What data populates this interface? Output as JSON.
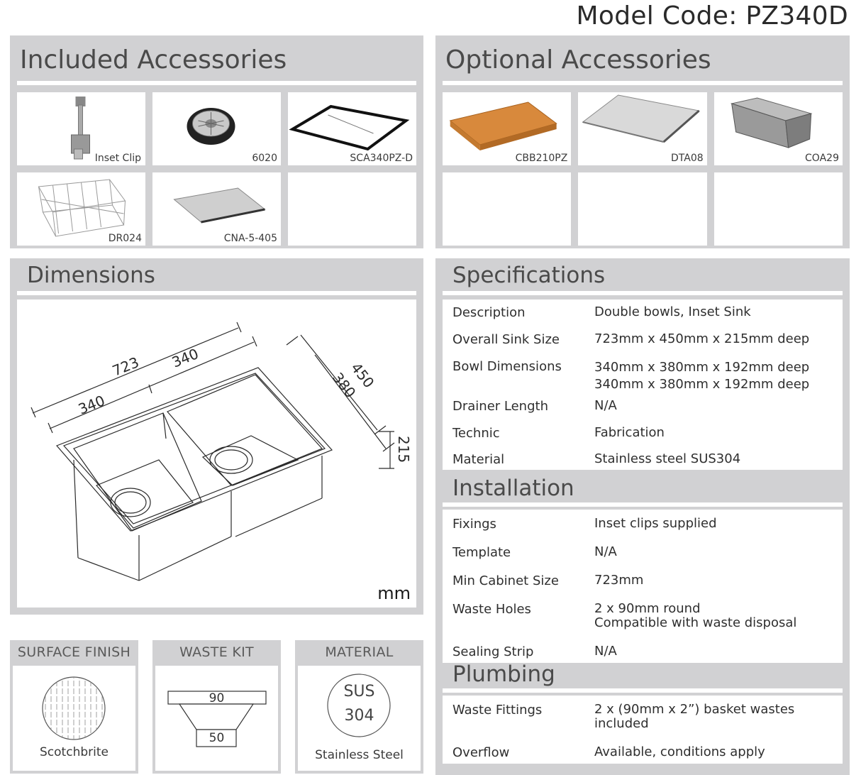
{
  "model_code": "Model Code: PZ340D",
  "included": {
    "title": "Included Accessories",
    "items": [
      {
        "label": "Inset Clip",
        "icon": "inset-clip-icon"
      },
      {
        "label": "6020",
        "icon": "basket-waste-icon"
      },
      {
        "label": "SCA340PZ-D",
        "icon": "cutout-template-icon"
      },
      {
        "label": "DR024",
        "icon": "wire-basket-icon"
      },
      {
        "label": "CNA-5-405",
        "icon": "roll-mat-icon"
      }
    ]
  },
  "optional": {
    "title": "Optional Accessories",
    "items": [
      {
        "label": "CBB210PZ",
        "icon": "chopping-board-icon"
      },
      {
        "label": "DTA08",
        "icon": "drainer-tray-icon"
      },
      {
        "label": "COA29",
        "icon": "colander-icon"
      }
    ]
  },
  "dimensions": {
    "title": "Dimensions",
    "labels": {
      "overall_width": "723",
      "bowl_left": "340",
      "bowl_right": "340",
      "depth_overall": "450",
      "depth_bowl": "380",
      "height": "215"
    },
    "unit": "mm"
  },
  "specifications": {
    "title": "Specifications",
    "rows": [
      {
        "key": "Description",
        "value": [
          "Double bowls, Inset Sink"
        ]
      },
      {
        "key": "Overall Sink Size",
        "value": [
          "723mm x 450mm x 215mm deep"
        ]
      },
      {
        "key": "Bowl Dimensions",
        "value": [
          "340mm x 380mm x 192mm deep",
          "340mm x 380mm x 192mm deep"
        ]
      },
      {
        "key": "Drainer Length",
        "value": [
          "N/A"
        ]
      },
      {
        "key": "Technic",
        "value": [
          "Fabrication"
        ]
      },
      {
        "key": "Material",
        "value": [
          "Stainless steel SUS304"
        ]
      }
    ]
  },
  "installation": {
    "title": "Installation",
    "rows": [
      {
        "key": "Fixings",
        "value": [
          "Inset clips supplied"
        ]
      },
      {
        "key": "Template",
        "value": [
          "N/A"
        ]
      },
      {
        "key": "Min Cabinet Size",
        "value": [
          "723mm"
        ]
      },
      {
        "key": "Waste Holes",
        "value": [
          "2 x 90mm round",
          "Compatible with waste disposal"
        ]
      },
      {
        "key": "Sealing Strip",
        "value": [
          "N/A"
        ]
      }
    ]
  },
  "plumbing": {
    "title": "Plumbing",
    "rows": [
      {
        "key": "Waste Fittings",
        "value": [
          "2 x (90mm x 2”) basket wastes",
          "included"
        ]
      },
      {
        "key": "Overflow",
        "value": [
          "Available, conditions apply"
        ]
      }
    ]
  },
  "features": {
    "surface": {
      "title": "SURFACE FINISH",
      "caption": "Scotchbrite",
      "icon": "scotchbrite-finish-icon"
    },
    "waste": {
      "title": "WASTE KIT",
      "top": "90",
      "bottom": "50",
      "icon": "waste-kit-icon"
    },
    "material": {
      "title": "MATERIAL",
      "line1": "SUS",
      "line2": "304",
      "caption": "Stainless Steel",
      "icon": "material-badge-icon"
    }
  }
}
